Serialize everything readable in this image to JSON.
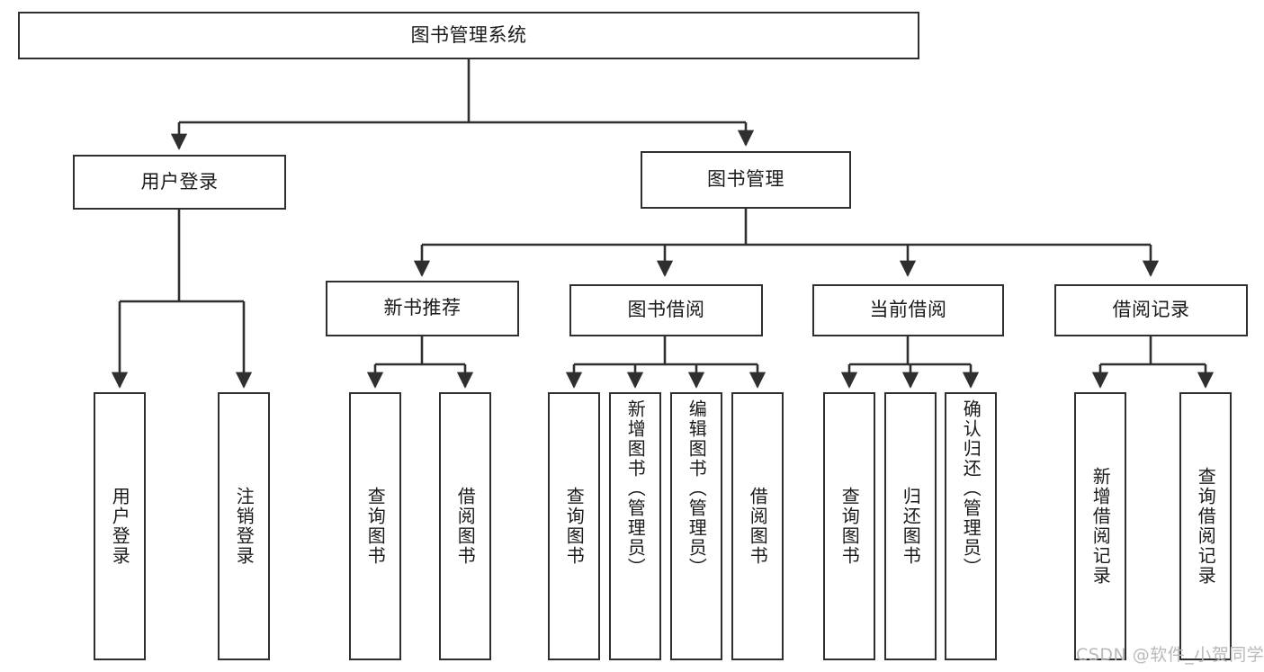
{
  "diagram": {
    "title": "图书管理系统",
    "type": "tree-hierarchy-chart",
    "root": {
      "label": "图书管理系统"
    },
    "level2": [
      {
        "label": "用户登录"
      },
      {
        "label": "图书管理"
      }
    ],
    "level3": [
      {
        "label": "新书推荐"
      },
      {
        "label": "图书借阅"
      },
      {
        "label": "当前借阅"
      },
      {
        "label": "借阅记录"
      }
    ],
    "leaves": {
      "user_login": [
        {
          "label": "用户登录"
        },
        {
          "label": "注销登录"
        }
      ],
      "new_book_recommend": [
        {
          "label": "查询图书"
        },
        {
          "label": "借阅图书"
        }
      ],
      "book_borrow": [
        {
          "label": "查询图书"
        },
        {
          "label": "新增图书（管理员）"
        },
        {
          "label": "编辑图书（管理员）"
        },
        {
          "label": "借阅图书"
        }
      ],
      "current_borrow": [
        {
          "label": "查询图书"
        },
        {
          "label": "归还图书"
        },
        {
          "label": "确认归还（管理员）"
        }
      ],
      "borrow_record": [
        {
          "label": "新增借阅记录"
        },
        {
          "label": "查询借阅记录"
        }
      ]
    },
    "watermark": "CSDN @软件_小贺同学",
    "colors": {
      "stroke": "#2f2f2f",
      "fill": "#ffffff",
      "text": "#1a1a1a",
      "watermark": "#b9b9b9"
    }
  }
}
